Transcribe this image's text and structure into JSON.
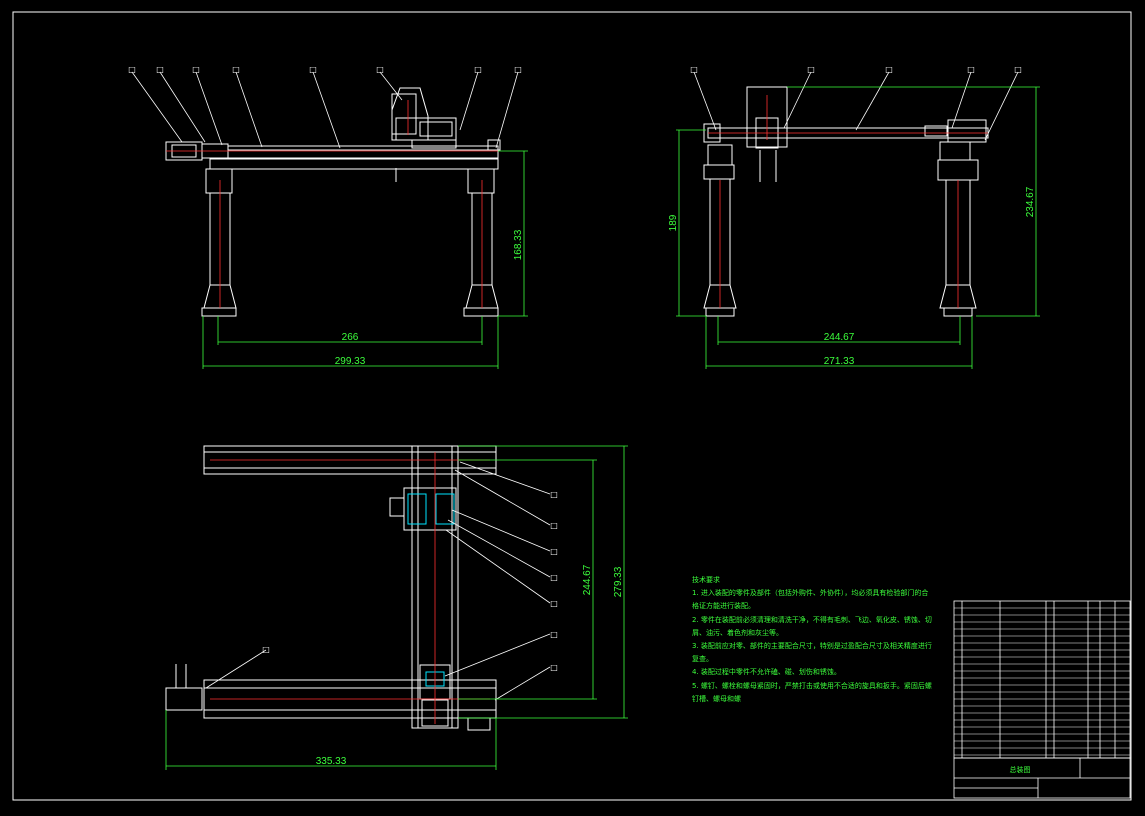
{
  "colors": {
    "background": "#000000",
    "outline": "#ffffff",
    "dimension": "#3cff3c",
    "centerline": "#ff3030",
    "accent_cyan": "#00e5ff"
  },
  "dimensions": {
    "front_height": "168.33",
    "front_inner_width": "266",
    "front_outer_width": "299.33",
    "side_left_height": "189",
    "side_right_height": "234.67",
    "side_inner_width": "244.67",
    "side_outer_width": "271.33",
    "top_inner_height": "244.67",
    "top_outer_height": "279.33",
    "top_width": "335.33"
  },
  "balloon_marker": "□",
  "tech_requirements": {
    "title": "技术要求",
    "items": [
      "1. 进入装配的零件及部件（包括外购件、外协件），均必须具有检验部门的合",
      "格证方能进行装配。",
      "2. 零件在装配前必须清理和清洗干净，不得有毛刺、飞边、氧化皮、锈蚀、切",
      "屑、油污、着色剂和灰尘等。",
      "3. 装配前应对零、部件的主要配合尺寸，特别是过盈配合尺寸及相关精度进行",
      "复查。",
      "4. 装配过程中零件不允许磕、碰、划伤和锈蚀。",
      "5. 螺钉、螺栓和螺母紧固时，严禁打击或使用不合适的旋具和扳手。紧固后螺",
      "钉槽、螺母和螺"
    ]
  },
  "title_block": {
    "drawing_name": "总装图"
  }
}
